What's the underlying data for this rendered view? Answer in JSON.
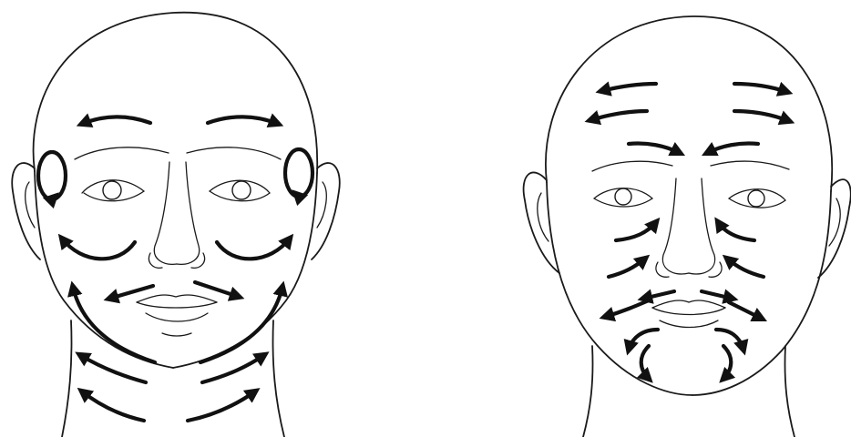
{
  "figure": {
    "panels": [
      {
        "name": "left-face",
        "arrows": [
          "forehead",
          "temples-circles",
          "under-eyes",
          "upper-lip",
          "cheeks-jaw",
          "neck"
        ]
      },
      {
        "name": "right-face",
        "arrows": [
          "forehead",
          "brows",
          "nose-sides",
          "cheeks",
          "upper-lip",
          "mouth-corners",
          "chin"
        ]
      }
    ],
    "colors": {
      "ink": "#111111",
      "background": "#ffffff"
    }
  }
}
